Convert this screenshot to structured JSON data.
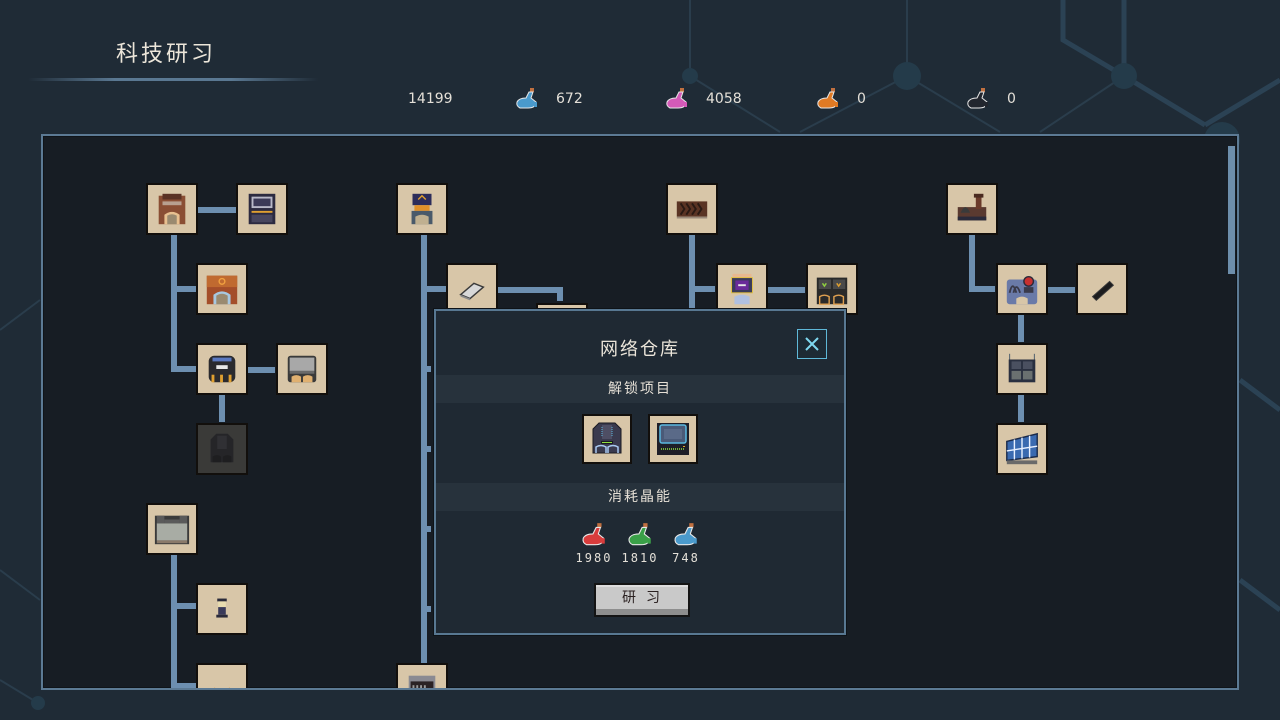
{
  "header": {
    "title": "科技研习"
  },
  "resources": {
    "total": "14199",
    "items": [
      {
        "icon": "blue-flask-icon",
        "color": "#4a9acc",
        "value": "672"
      },
      {
        "icon": "pink-flask-icon",
        "color": "#d45ab8",
        "value": "4058"
      },
      {
        "icon": "orange-flask-icon",
        "color": "#e07a24",
        "value": "0"
      },
      {
        "icon": "black-flask-icon",
        "color": "#22262e",
        "value": "0"
      }
    ]
  },
  "tree": {
    "nodes": [
      {
        "id": "brown-furnace",
        "icon": "brown-furnace-icon"
      },
      {
        "id": "dark-terminal",
        "icon": "dark-terminal-icon"
      },
      {
        "id": "copper-furnace",
        "icon": "copper-furnace-icon"
      },
      {
        "id": "dark-machine",
        "icon": "dark-machine-icon"
      },
      {
        "id": "gray-machine",
        "icon": "gray-machine-icon"
      },
      {
        "id": "network-storage-locked",
        "icon": "network-storage-icon",
        "locked": true
      },
      {
        "id": "stone-wall",
        "icon": "stone-wall-icon"
      },
      {
        "id": "lantern",
        "icon": "lantern-icon"
      },
      {
        "id": "cat",
        "icon": "cat-icon"
      },
      {
        "id": "blue-press",
        "icon": "blue-press-icon"
      },
      {
        "id": "metal-ingot",
        "icon": "metal-ingot-icon"
      },
      {
        "id": "server-rack",
        "icon": "server-rack-icon"
      },
      {
        "id": "conveyor",
        "icon": "conveyor-icon"
      },
      {
        "id": "portal-machine",
        "icon": "portal-machine-icon"
      },
      {
        "id": "twin-monitor",
        "icon": "twin-monitor-icon"
      },
      {
        "id": "workbench",
        "icon": "workbench-icon"
      },
      {
        "id": "chemistry-station",
        "icon": "chemistry-station-icon"
      },
      {
        "id": "rod",
        "icon": "rod-icon"
      },
      {
        "id": "battery-pack",
        "icon": "battery-pack-icon"
      },
      {
        "id": "solar-panel",
        "icon": "solar-panel-icon"
      }
    ]
  },
  "modal": {
    "title": "网络仓库",
    "unlock_label": "解锁项目",
    "unlock_items": [
      {
        "icon": "network-storage-icon"
      },
      {
        "icon": "network-terminal-icon"
      }
    ],
    "cost_label": "消耗晶能",
    "costs": [
      {
        "icon": "red-flask-icon",
        "color": "#d83c3c",
        "value": "1980"
      },
      {
        "icon": "green-flask-icon",
        "color": "#3aa048",
        "value": "1810"
      },
      {
        "icon": "blue-flask-icon",
        "color": "#4a9acc",
        "value": "748"
      }
    ],
    "research_button": "研习",
    "close_label": "close"
  },
  "colors": {
    "background": "#1f2b36",
    "panel": "#171d24",
    "panel_border": "#5c7a94",
    "link": "#6d8fb0",
    "node_bg": "#d8c6a8",
    "accent_cyan": "#5fb8d8"
  }
}
